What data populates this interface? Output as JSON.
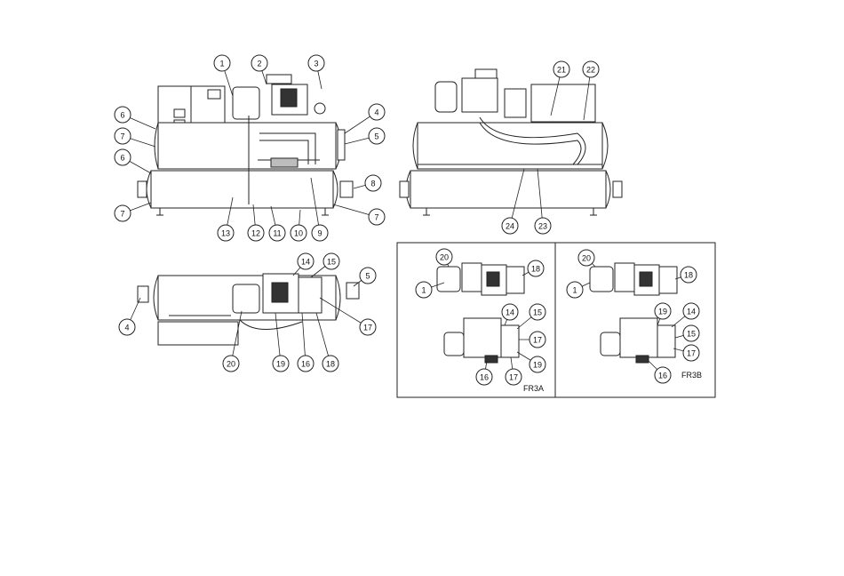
{
  "view_top_left": {
    "callouts": [
      "1",
      "2",
      "3",
      "4",
      "5",
      "6",
      "7",
      "6",
      "7",
      "8",
      "7",
      "13",
      "12",
      "11",
      "10",
      "9"
    ]
  },
  "view_top_right": {
    "callouts": [
      "21",
      "22",
      "24",
      "23"
    ]
  },
  "view_bottom_left": {
    "callouts": [
      "14",
      "15",
      "5",
      "4",
      "17",
      "20",
      "19",
      "16",
      "18"
    ]
  },
  "detail_fr3a": {
    "label": "FR3A",
    "callouts": [
      "20",
      "18",
      "1",
      "14",
      "15",
      "17",
      "19",
      "16",
      "17"
    ]
  },
  "detail_fr3b": {
    "label": "FR3B",
    "callouts": [
      "20",
      "18",
      "1",
      "19",
      "14",
      "15",
      "17",
      "16"
    ]
  }
}
